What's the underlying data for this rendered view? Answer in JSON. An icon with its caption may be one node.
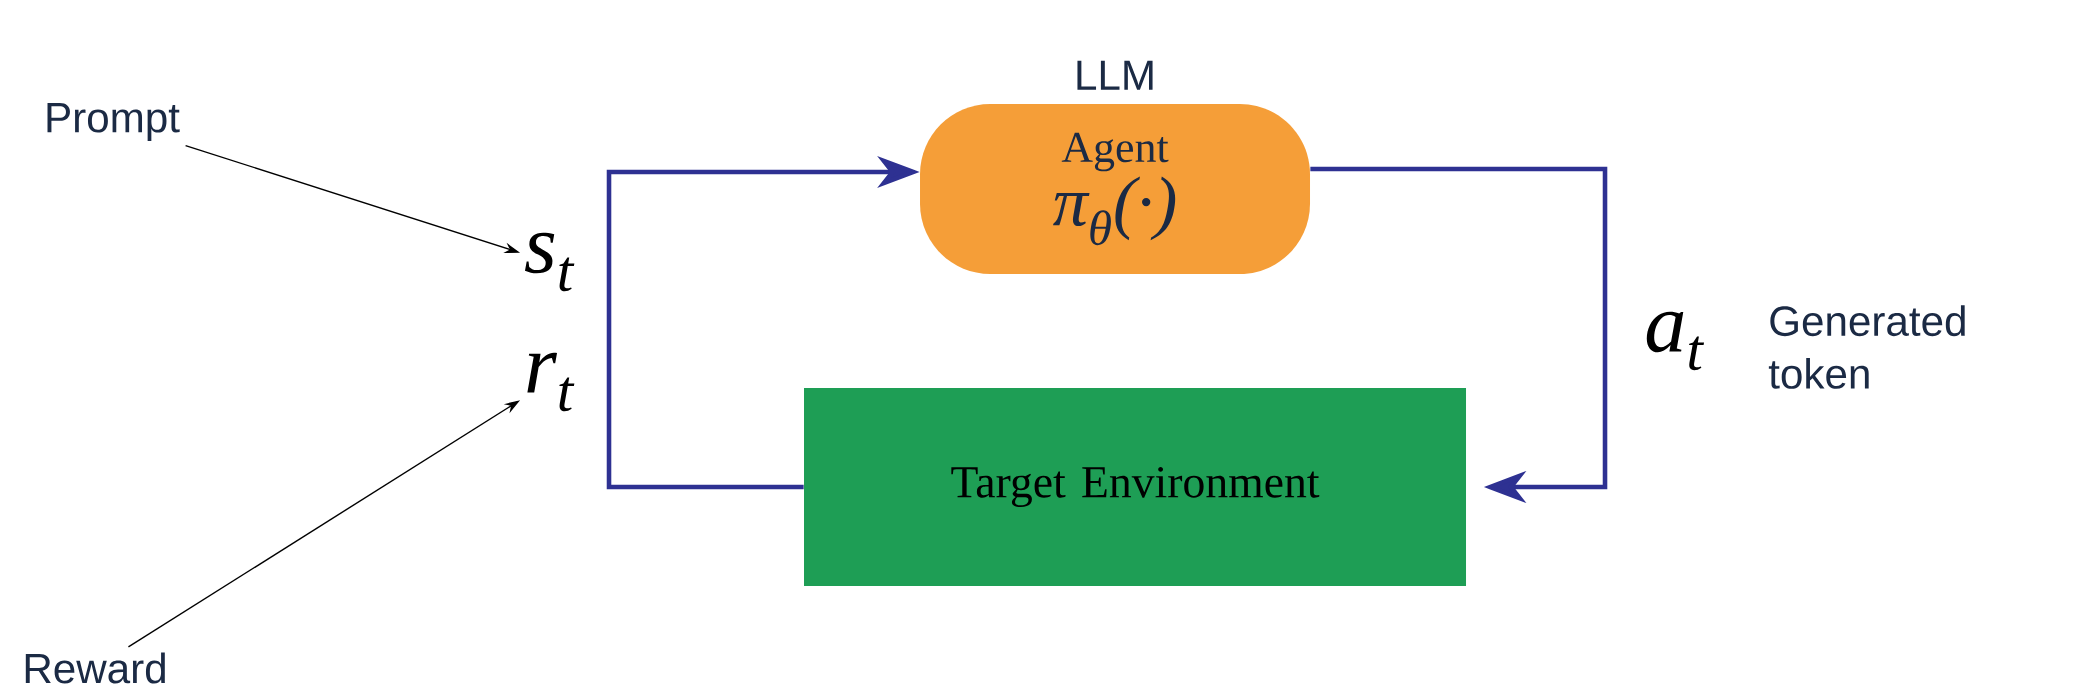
{
  "diagram": {
    "nodes": [
      {
        "text": [
          "LLM",
          "Agent",
          "π$_{θ}$(·)"
        ]
      },
      {
        "text": [
          "Target Environment"
        ]
      },
      {
        "text": [
          "Prompt"
        ]
      },
      {
        "text": [
          "s$_{t}$"
        ]
      },
      {
        "text": [
          "Reward"
        ]
      },
      {
        "text": [
          "r$_{t}$"
        ]
      }
    ],
    "edges": [
      {
        "from": 1,
        "to": 0,
        "arrow": "to",
        "style": "thick",
        "color": "#2e3192"
      },
      {
        "from": 0,
        "to": 1,
        "arrow": "to",
        "label": "a$_{t}$",
        "style": "thick",
        "color": "#2e3192"
      },
      {
        "from": 2,
        "to": 3,
        "arrow": "to",
        "color": "#000000"
      },
      {
        "from": 4,
        "to": 5,
        "arrow": "to",
        "color": "#000000"
      }
    ],
    "labels": [
      "Generated token"
    ]
  }
}
